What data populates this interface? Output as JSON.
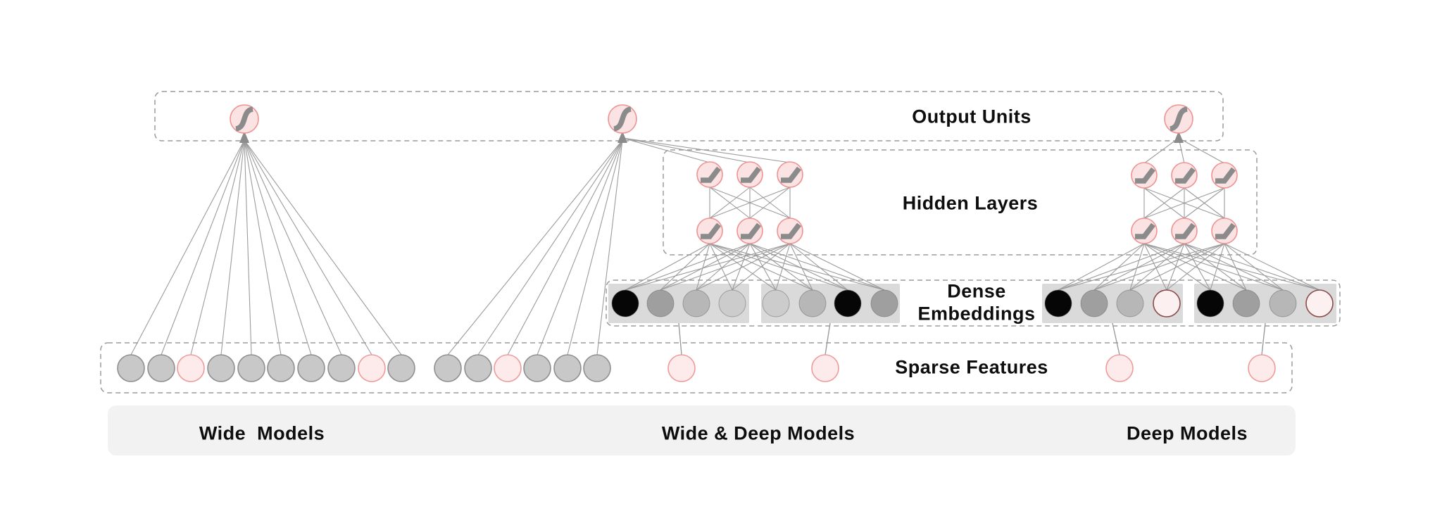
{
  "band_labels": {
    "output_units": "Output Units",
    "hidden_layers": "Hidden Layers",
    "dense_embeddings_line1": "Dense",
    "dense_embeddings_line2": "Embeddings",
    "sparse_features": "Sparse Features"
  },
  "model_labels": {
    "wide": "Wide  Models",
    "wide_deep": "Wide & Deep Models",
    "deep": "Deep Models"
  },
  "colors": {
    "node_pink_fill": "#fbe3e3",
    "node_pink_stroke": "#ef9292",
    "sparse_gray_fill": "#c8c8c8",
    "sparse_gray_stroke": "#8f8f8f",
    "sparse_pink_fill": "#fdeaea",
    "sparse_pink_stroke": "#ef9b9b",
    "dense_box_fill": "#dadada",
    "dense_black": "#060606",
    "dense_darkgray": "#9f9f9f",
    "dense_midgray": "#b7b7b7",
    "dense_lightgray": "#cccccc",
    "dense_pink_fill": "#fdf0f0",
    "dense_pink_stroke": "#8a4b4b",
    "edge": "#9b9b9b",
    "glyph": "#8b8b8b",
    "dashed_box": "#9b9b9b",
    "bottom_bar": "#f2f2f2",
    "label_color": "#0d0d0d"
  },
  "structure": {
    "wide": {
      "sparse": [
        "gray",
        "gray",
        "pink",
        "gray",
        "gray",
        "gray",
        "gray",
        "gray",
        "pink",
        "gray"
      ],
      "output_activation": "sigmoid"
    },
    "wide_deep": {
      "sparse_wide": [
        "gray",
        "gray",
        "pink",
        "gray",
        "gray",
        "gray"
      ],
      "sparse_deep_count": 2,
      "hidden_rows": 2,
      "hidden_per_row": 3,
      "hidden_activation": "relu",
      "output_activation": "sigmoid",
      "dense_boxes": [
        [
          "black",
          "darkgray",
          "midgray",
          "lightgray"
        ],
        [
          "lightgray",
          "midgray",
          "black",
          "darkgray"
        ]
      ]
    },
    "deep": {
      "sparse_deep_count": 2,
      "hidden_rows": 2,
      "hidden_per_row": 3,
      "hidden_activation": "relu",
      "output_activation": "sigmoid",
      "dense_boxes": [
        [
          "black",
          "darkgray",
          "midgray",
          "pink"
        ],
        [
          "black",
          "darkgray",
          "midgray",
          "pink"
        ]
      ]
    }
  }
}
